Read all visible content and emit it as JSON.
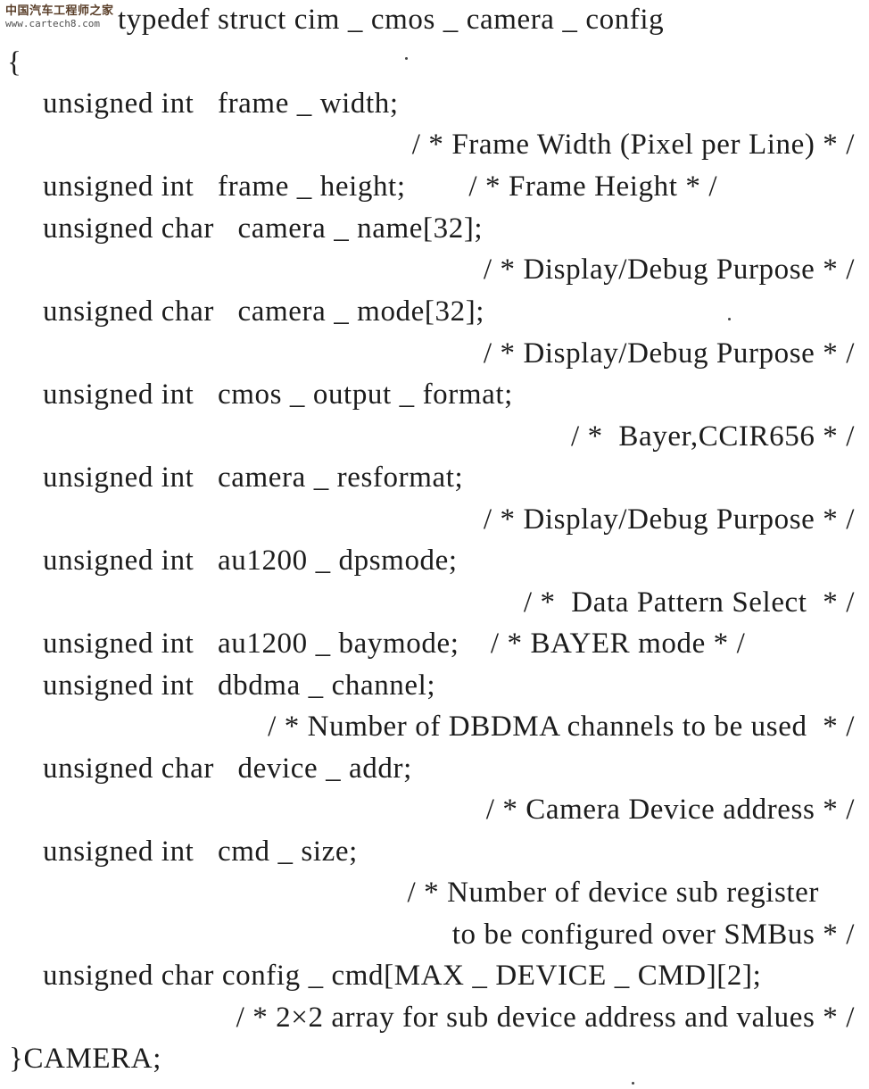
{
  "watermark": {
    "title": "中国汽车工程师之家",
    "url": "www.cartech8.com"
  },
  "code": {
    "header": "typedef struct cim _ cmos _ camera _ config",
    "open_brace": "{",
    "lines": [
      "unsigned int   frame _ width;",
      "/ * Frame Width (Pixel per Line) * /",
      "unsigned int   frame _ height;        / * Frame Height * /",
      "unsigned char   camera _ name[32];",
      "/ * Display/Debug Purpose * /",
      "unsigned char   camera _ mode[32];",
      "/ * Display/Debug Purpose * /",
      "unsigned int   cmos _ output _ format;",
      "/ *  Bayer,CCIR656 * /",
      "unsigned int   camera _ resformat;",
      "/ * Display/Debug Purpose * /",
      "unsigned int   au1200 _ dpsmode;",
      "/ *  Data Pattern Select  * /",
      "unsigned int   au1200 _ baymode;    / * BAYER mode * /",
      "unsigned int   dbdma _ channel;",
      "/ * Number of DBDMA channels to be used  * /",
      "unsigned char   device _ addr;",
      "/ * Camera Device address * /",
      "unsigned int   cmd _ size;",
      "/ * Number of device sub register",
      "to be configured over SMBus * /",
      "unsigned char config _ cmd[MAX _ DEVICE _ CMD][2];",
      "/ * 2×2 array for sub device address and values * /"
    ],
    "close": "}CAMERA;"
  }
}
